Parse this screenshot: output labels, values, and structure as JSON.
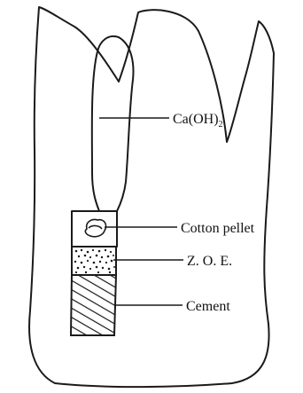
{
  "labels": {
    "caoh2_main": "Ca(OH)",
    "caoh2_sub": "2",
    "cotton_pellet": "Cotton pellet",
    "zoe": "Z. O. E.",
    "cement": "Cement"
  },
  "colors": {
    "ink": "#1a1a1a",
    "background": "#ffffff"
  }
}
